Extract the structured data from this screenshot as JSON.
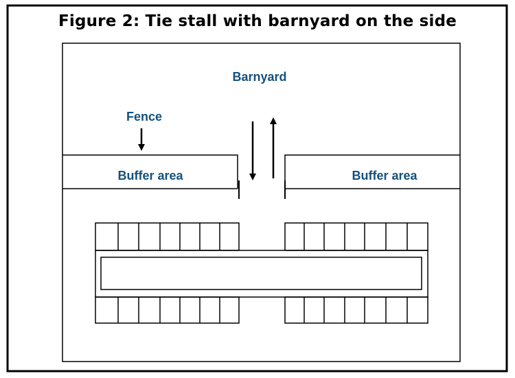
{
  "title": "Figure 2: Tie stall with barnyard on the side",
  "labels": {
    "barnyard": "Barnyard",
    "fence": "Fence",
    "buffer_left": "Buffer area",
    "buffer_right": "Buffer area"
  },
  "colors": {
    "label": "#14507d",
    "line": "#000000",
    "background": "#ffffff"
  }
}
